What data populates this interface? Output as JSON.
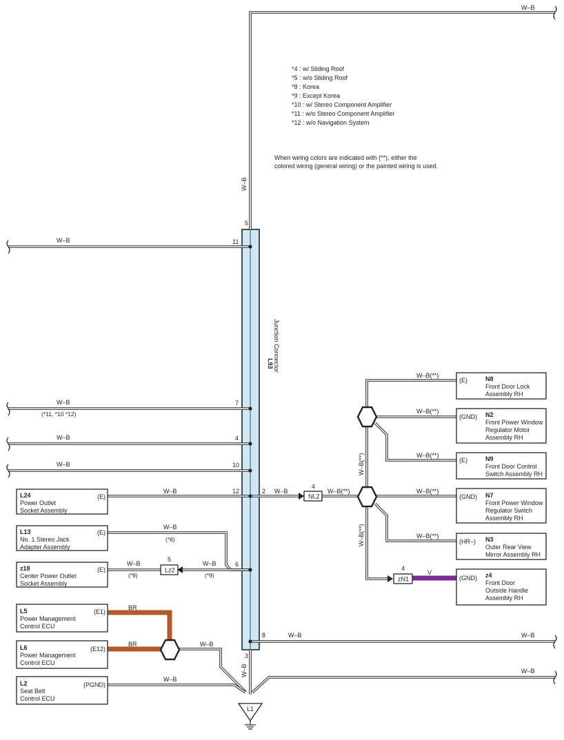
{
  "notes": {
    "lines": [
      "*4 : w/ Sliding Roof",
      "*5 : w/o Sliding Roof",
      "*8 : Korea",
      "*9 : Except Korea",
      "*10 : w/ Stereo Component Amplifier",
      "*11 : w/o Stereo Component Amplifier",
      "*12 : w/o Navigation System"
    ],
    "wiring_note": [
      "When wiring colors are indicated with (**),  either the",
      "colored wiring (general wiring) or the painted wiring is used."
    ]
  },
  "junction": {
    "code": "L93",
    "name": "Junction Connector"
  },
  "pins": {
    "p5": "5",
    "p11": "11",
    "p7": "7",
    "p4": "4",
    "p10": "10",
    "p12": "12",
    "p6": "6",
    "p2": "2",
    "p8": "8",
    "p3": "3"
  },
  "wires": {
    "wb": "W–B",
    "wb_pp": "W–B(**)",
    "br": "BR",
    "v": "V",
    "note_7": "(*11, *10 *12)",
    "note_8": "(*8)",
    "note_9": "(*9)"
  },
  "connectors": {
    "nl2": {
      "label": "NL2",
      "pin": "4"
    },
    "lz2": {
      "label": "Lz2",
      "pin": "5"
    },
    "zn1": {
      "label": "zN1",
      "pin": "4"
    }
  },
  "left_components": [
    {
      "code": "L24",
      "name1": "Power Outlet",
      "name2": "Socket Assembly",
      "terminal": "(E)"
    },
    {
      "code": "L13",
      "name1": "No. 1 Stereo Jack",
      "name2": "Adapter Assembly",
      "terminal": "(E)"
    },
    {
      "code": "z18",
      "name1": "Center Power Outlet",
      "name2": "Socket Assembly",
      "terminal": "(E)"
    },
    {
      "code": "L5",
      "name1": "Power Management",
      "name2": "Control ECU",
      "terminal": "(E1)"
    },
    {
      "code": "L6",
      "name1": "Power Management",
      "name2": "Control ECU",
      "terminal": "(E12)"
    },
    {
      "code": "L2",
      "name1": "Seat Belt",
      "name2": "Control ECU",
      "terminal": "(PGND)"
    }
  ],
  "right_components": [
    {
      "code": "N8",
      "name1": "Front Door Lock",
      "name2": "Assembly RH",
      "name3": "",
      "terminal": "(E)"
    },
    {
      "code": "N2",
      "name1": "Front Power Window",
      "name2": "Regulator Motor",
      "name3": "Assembly RH",
      "terminal": "(GND)"
    },
    {
      "code": "N9",
      "name1": "Front Door Control",
      "name2": "Switch Assembly RH",
      "name3": "",
      "terminal": "(E)"
    },
    {
      "code": "N7",
      "name1": "Front Power Window",
      "name2": "Regulator Switch",
      "name3": "Assembly RH",
      "terminal": "(GND)"
    },
    {
      "code": "N3",
      "name1": "Outer Rear View",
      "name2": "Mirror Assembly RH",
      "name3": "",
      "terminal": "(HR–)"
    },
    {
      "code": "z4",
      "name1": "Front Door",
      "name2": "Outside Handle",
      "name3": "Assembly RH",
      "terminal": "(GND)"
    }
  ],
  "ground": {
    "label": "L1"
  },
  "colors": {
    "junction_fill": "#cfe8f6",
    "wire_br": "#b5592b",
    "wire_v": "#7d2b95",
    "line": "#222222"
  }
}
